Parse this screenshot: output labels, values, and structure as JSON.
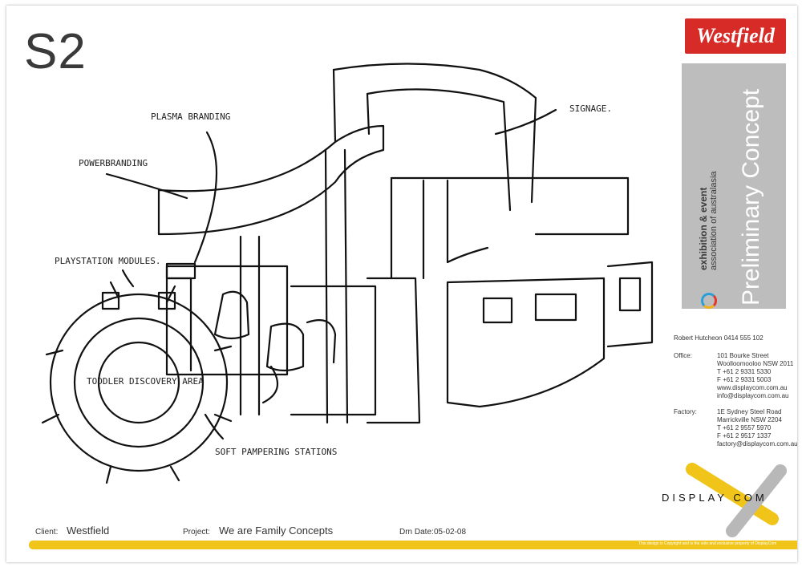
{
  "sheet": {
    "number": "S2"
  },
  "brand": {
    "logo_text": "Westfield"
  },
  "title_band": {
    "title": "Preliminary Concept",
    "association_line1": "exhibition & event",
    "association_line2": "association of australasia"
  },
  "sketch": {
    "annotations": [
      {
        "id": "plasma",
        "text": "PLASMA BRANDING"
      },
      {
        "id": "power",
        "text": "POWERBRANDING"
      },
      {
        "id": "signage",
        "text": "SIGNAGE."
      },
      {
        "id": "playstation",
        "text": "PLAYSTATION MODULES."
      },
      {
        "id": "toddler",
        "text": "TODDLER DISCOVERY AREA"
      },
      {
        "id": "soft",
        "text": "SOFT PAMPERING STATIONS"
      }
    ]
  },
  "contact": {
    "person": "Robert Hutcheon 0414 555 102",
    "office_label": "Office:",
    "office_lines": [
      "101 Bourke Street",
      "Woolloomooloo NSW 2011",
      "T +61 2 9331 5330",
      "F +61 2 9331 5003",
      "www.displaycom.com.au",
      "info@displaycom.com.au"
    ],
    "factory_label": "Factory:",
    "factory_lines": [
      "1E Sydney Steel Road",
      "Marrickville NSW 2204",
      "T +61 2 9557 5970",
      "F +61 2 9517 1337",
      "factory@displaycom.com.au"
    ]
  },
  "display_logo": {
    "text": "DISPLAY COM"
  },
  "footer": {
    "client_label": "Client:",
    "client_value": "Westfield",
    "project_label": "Project:",
    "project_value": "We are Family Concepts",
    "date_label": "Drn Date:",
    "date_value": "05-02-08",
    "copyright": "This design is Copyright and is the sole and exclusive property of DisplayCom"
  },
  "colors": {
    "brand_red": "#d62b26",
    "band_gray": "#bdbdbd",
    "accent_yellow": "#f0c419"
  }
}
